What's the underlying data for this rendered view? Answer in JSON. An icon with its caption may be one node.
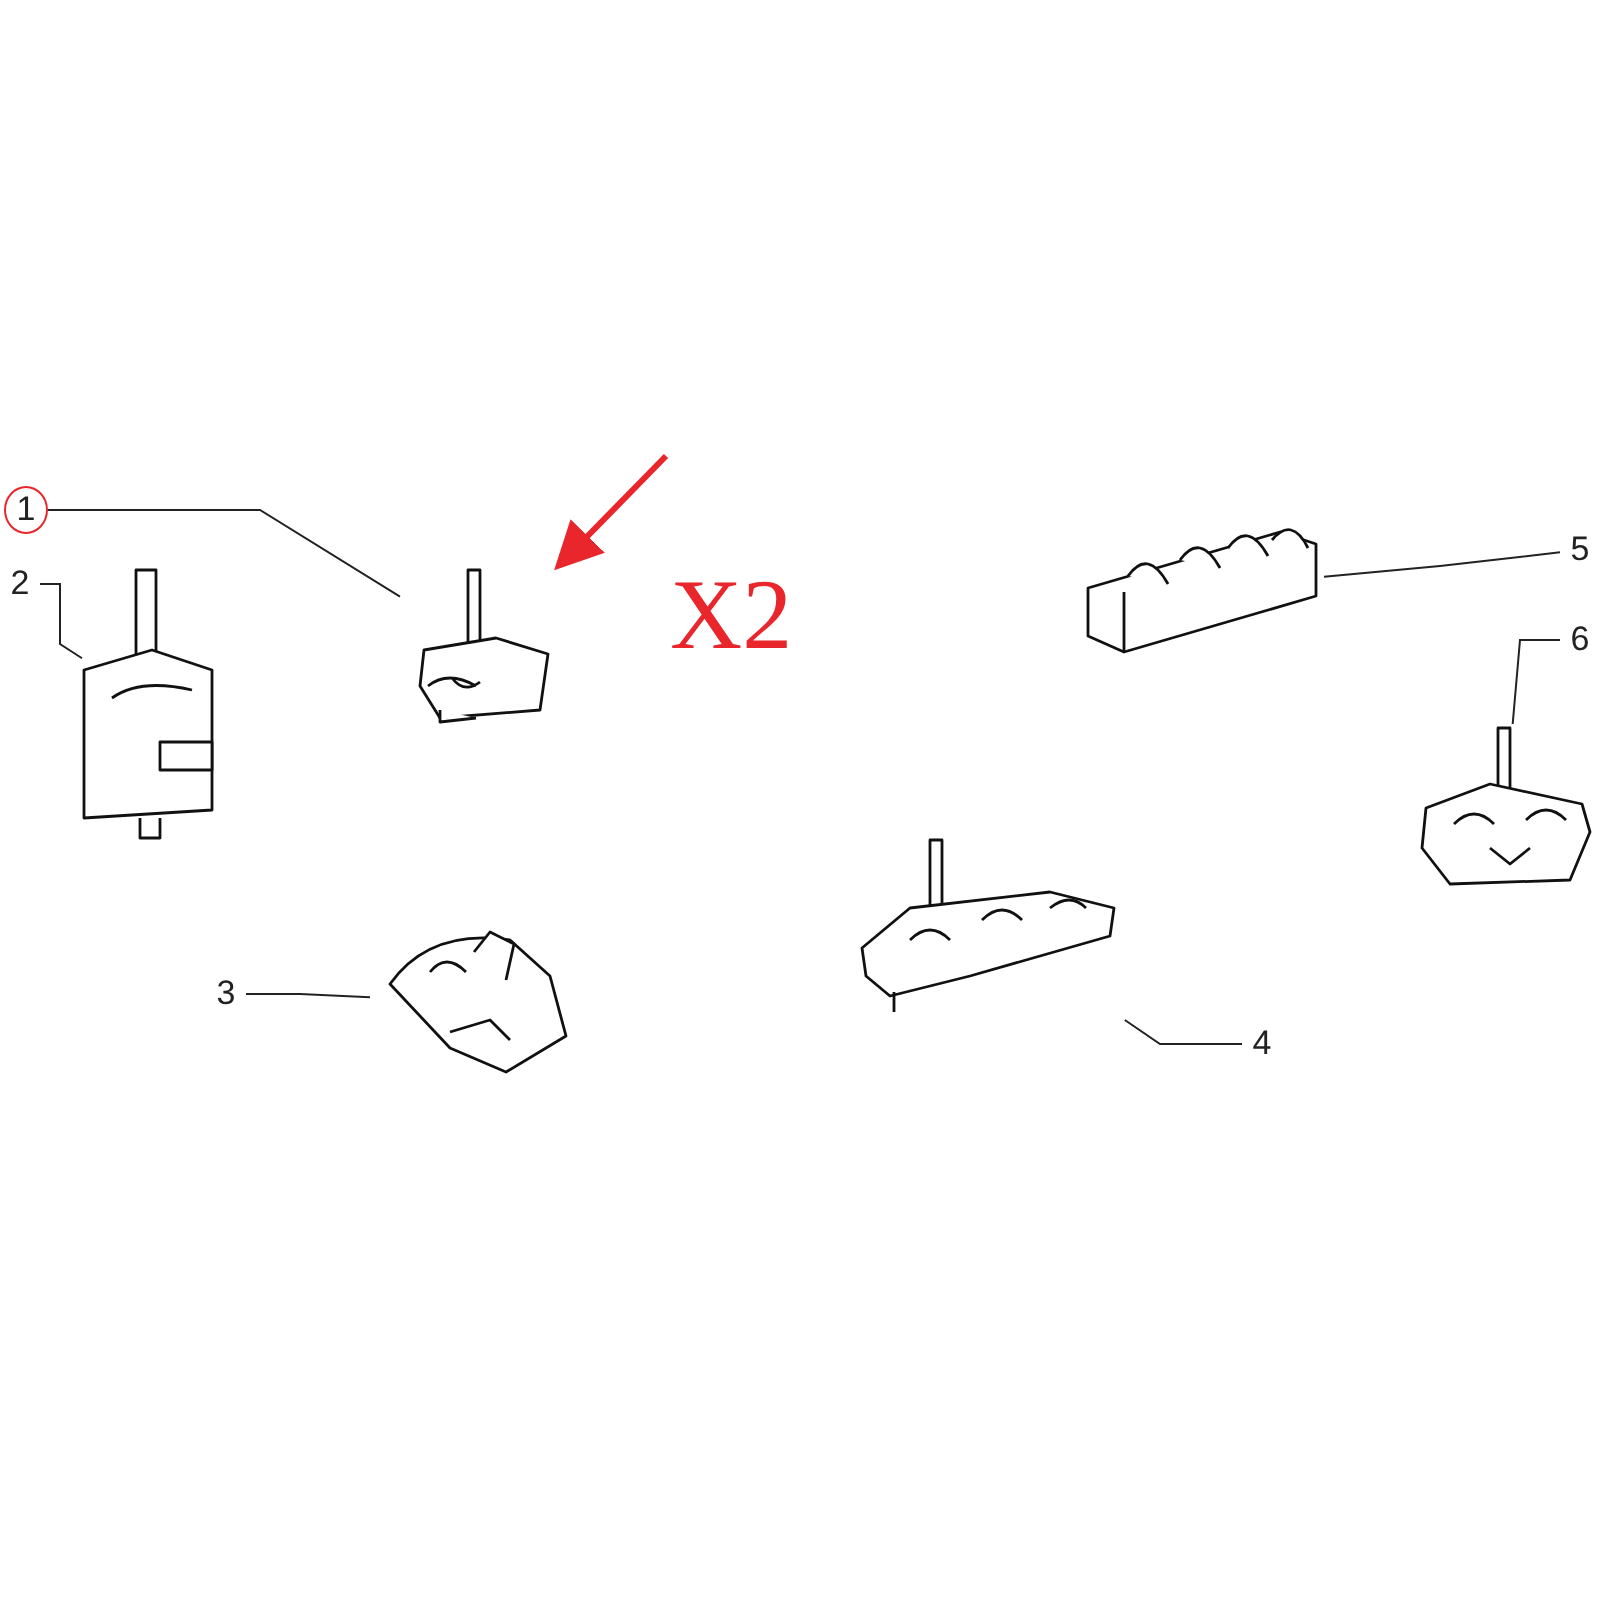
{
  "diagram": {
    "nodes": [
      {
        "text": [
          "1"
        ]
      },
      {
        "text": [],
        "shape": "picture"
      },
      {
        "text": [
          "2"
        ]
      },
      {
        "text": [],
        "shape": "picture"
      },
      {
        "text": [
          "3"
        ]
      },
      {
        "text": [],
        "shape": "picture"
      },
      {
        "text": [
          "4"
        ]
      },
      {
        "text": [],
        "shape": "picture"
      },
      {
        "text": [
          "5"
        ]
      },
      {
        "text": [],
        "shape": "picture"
      },
      {
        "text": [
          "6"
        ]
      },
      {
        "text": [],
        "shape": "picture"
      }
    ],
    "edges": [
      {
        "from": 0,
        "to": 1,
        "arrow": "none"
      },
      {
        "from": 2,
        "to": 3,
        "arrow": "none"
      },
      {
        "from": 4,
        "to": 5,
        "arrow": "none"
      },
      {
        "from": 6,
        "to": 7,
        "arrow": "none"
      },
      {
        "from": 8,
        "to": 9,
        "arrow": "none"
      },
      {
        "from": 10,
        "to": 11,
        "arrow": "none"
      },
      {
        "from": null,
        "to": 1,
        "arrow": "to",
        "style": "thick",
        "color": "#e8262b"
      }
    ],
    "labels": [
      "X2"
    ]
  }
}
